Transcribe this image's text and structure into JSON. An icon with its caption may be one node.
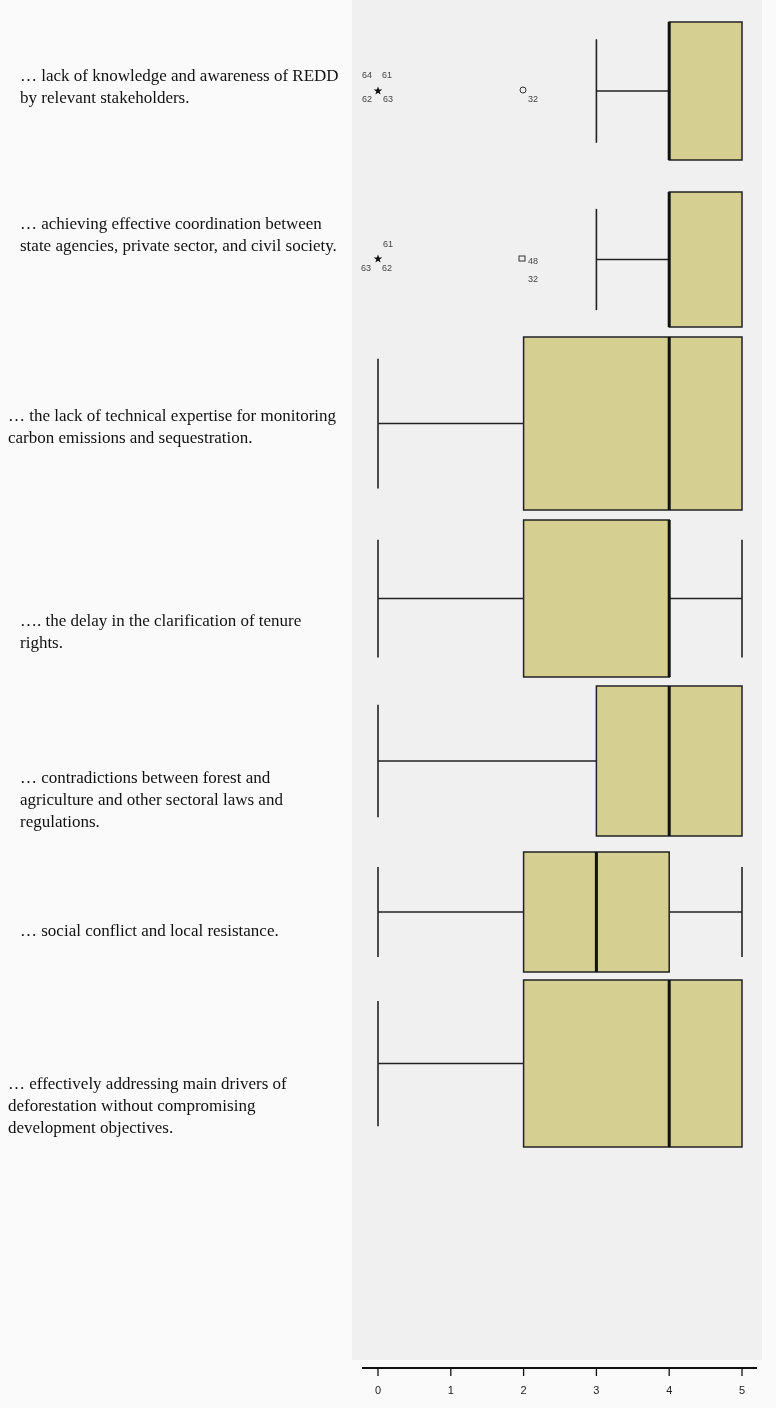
{
  "diagram": {
    "labels": [
      "… lack of knowledge and awareness of REDD by relevant stakeholders.",
      "64",
      "61",
      "62",
      "63",
      "32",
      "… achieving effective coordination between state agencies, private sector, and civil society.",
      "61",
      "63",
      "62",
      "48",
      "32",
      "… the lack of technical expertise for monitoring carbon emissions and sequestration.",
      "…. the delay in the clarification of tenure rights.",
      "… contradictions between forest and agriculture and other sectoral laws and regulations.",
      "… social conflict and local resistance.",
      "… effectively addressing main drivers of deforestation without compromising development objectives.",
      "0",
      "1",
      "2",
      "3",
      "4",
      "5"
    ]
  }
}
